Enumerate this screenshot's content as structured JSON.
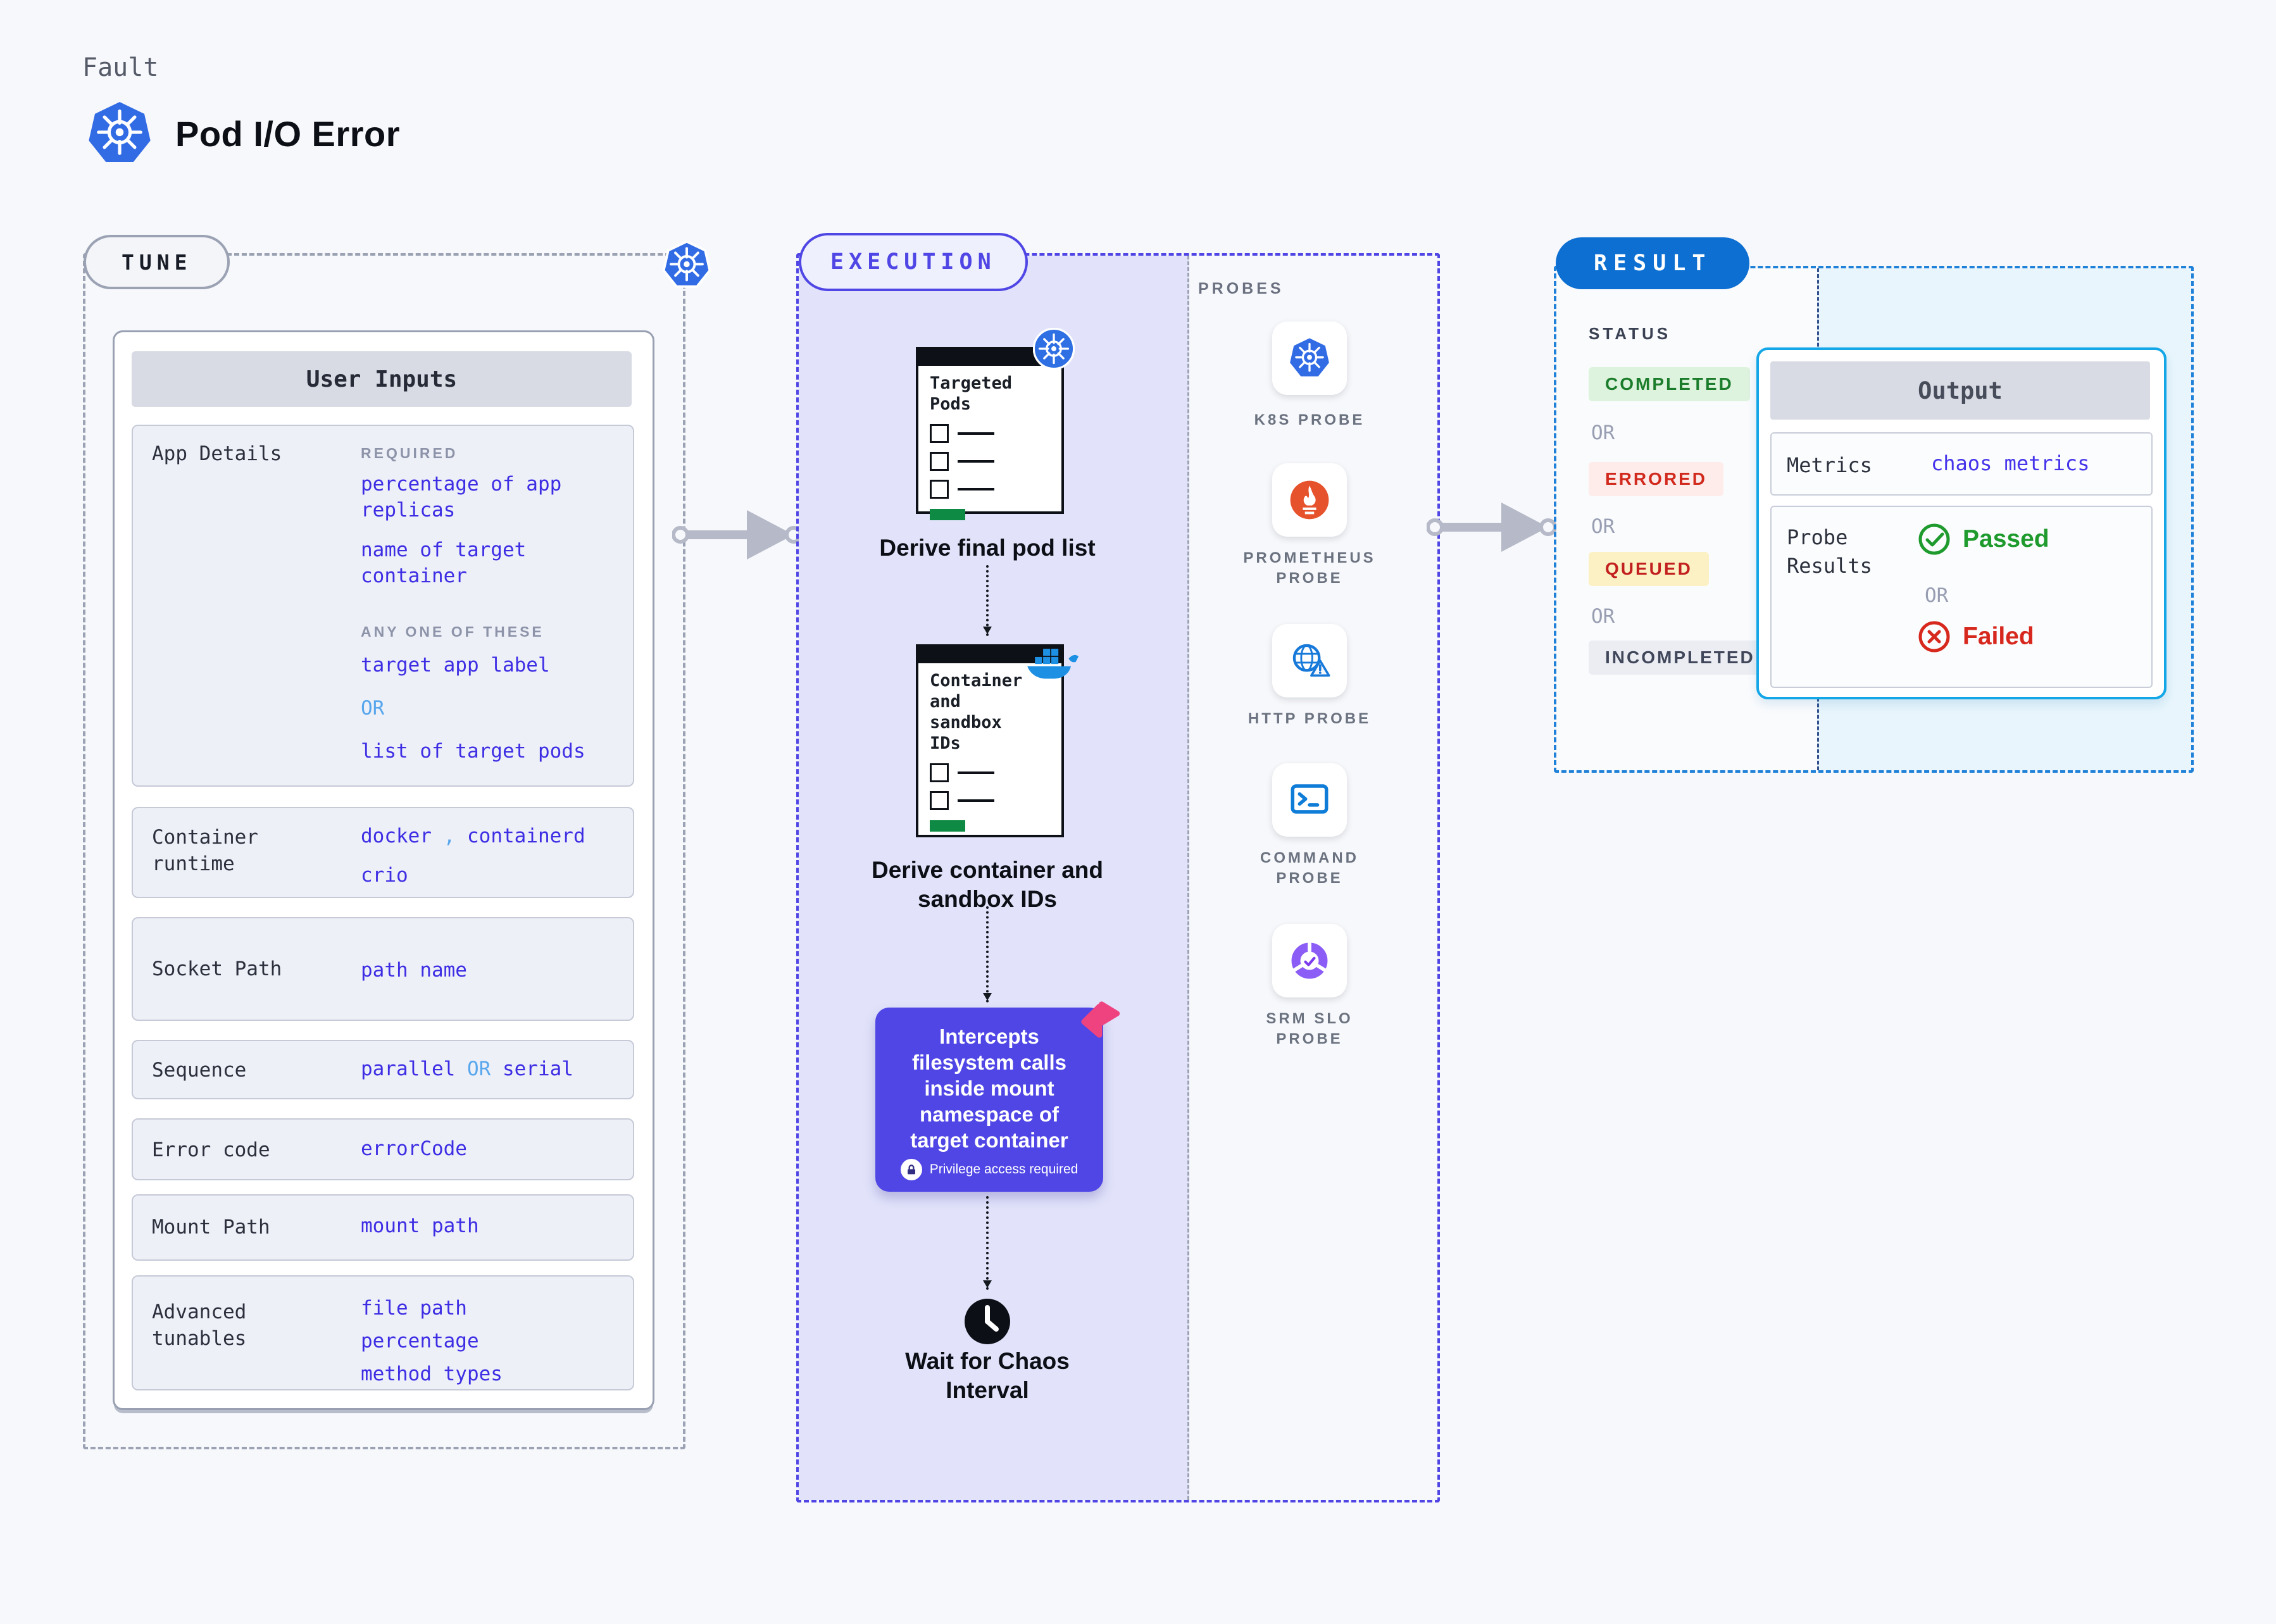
{
  "header": {
    "eyebrow": "Fault",
    "title": "Pod I/O Error"
  },
  "tune": {
    "label": "TUNE",
    "card_header": "User Inputs",
    "app_details": {
      "label": "App Details",
      "required_caption": "REQUIRED",
      "required_1": "percentage of app replicas",
      "required_2": "name of target container",
      "anyone_caption": "ANY ONE OF THESE",
      "option_a": "target app label",
      "or": "OR",
      "option_b": "list of target pods"
    },
    "container_runtime": {
      "label": "Container runtime",
      "value_1a": "docker",
      "comma": ",",
      "value_1b": "containerd",
      "value_2": "crio"
    },
    "socket_path": {
      "label": "Socket Path",
      "value": "path name"
    },
    "sequence": {
      "label": "Sequence",
      "value_a": "parallel",
      "or": "OR",
      "value_b": "serial"
    },
    "error_code": {
      "label": "Error code",
      "value": "errorCode"
    },
    "mount_path": {
      "label": "Mount Path",
      "value": "mount path"
    },
    "advanced_tunables": {
      "label": "Advanced tunables",
      "value_1": "file path",
      "value_2": "percentage",
      "value_3": "method types"
    }
  },
  "execution": {
    "label": "EXECUTION",
    "node1": {
      "title": "Targeted Pods",
      "caption": "Derive final pod list"
    },
    "node2": {
      "title": "Container and sandbox IDs",
      "caption": "Derive container and sandbox IDs"
    },
    "intercept": {
      "text": "Intercepts filesystem calls inside mount namespace of target container",
      "badge": "Privilege access required"
    },
    "wait": {
      "caption": "Wait for Chaos Interval"
    }
  },
  "probes": {
    "heading": "PROBES",
    "items": [
      {
        "icon": "kubernetes-icon",
        "line1": "K8S PROBE",
        "line2": ""
      },
      {
        "icon": "prometheus-icon",
        "line1": "PROMETHEUS",
        "line2": "PROBE"
      },
      {
        "icon": "globe-alert-icon",
        "line1": "HTTP PROBE",
        "line2": ""
      },
      {
        "icon": "terminal-icon",
        "line1": "COMMAND",
        "line2": "PROBE"
      },
      {
        "icon": "slo-donut-icon",
        "line1": "SRM SLO",
        "line2": "PROBE"
      }
    ]
  },
  "result": {
    "label": "RESULT",
    "status": {
      "heading": "STATUS",
      "or": "OR",
      "chips": [
        {
          "label": "COMPLETED"
        },
        {
          "label": "ERRORED"
        },
        {
          "label": "QUEUED"
        },
        {
          "label": "INCOMPLETED"
        }
      ]
    },
    "output": {
      "header": "Output",
      "metrics_label": "Metrics",
      "metrics_value": "chaos metrics",
      "probe_label": "Probe Results",
      "passed": "Passed",
      "or": "OR",
      "failed": "Failed"
    }
  },
  "colors": {
    "page_bg": "#f7f8fb",
    "value_indigo": "#3d2ee4",
    "or_light_blue": "#58a6ec",
    "execution_indigo": "#4f46e5",
    "execution_fill": "#e2e3fa",
    "result_blue": "#0d6fd1",
    "result_fill": "#e8f5fc",
    "output_border_cyan": "#13a7e8",
    "completed_green": "#1b7d2c",
    "errored_red": "#d2291d",
    "queued_yellow_bg": "#fcf1c4",
    "passed_green": "#1f9b2e",
    "failed_red": "#d7281d",
    "kubernetes_blue": "#326ce5",
    "docker_blue": "#1d90e4",
    "prometheus_orange": "#e6522c",
    "srm_purple": "#8b5cf6",
    "pink_badge": "#ef4380",
    "arrow_gray": "#b5b9c8",
    "progress_green": "#0e8a44"
  }
}
